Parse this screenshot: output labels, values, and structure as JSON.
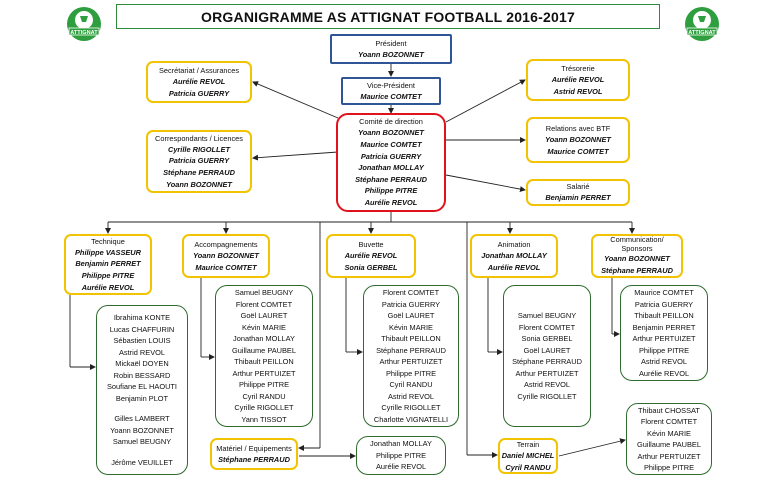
{
  "title": "ORGANIGRAMME  AS ATTIGNAT FOOTBALL 2016-2017",
  "logo_text": "ATTIGNAT",
  "president": {
    "label": "Président",
    "names": [
      "Yoann BOZONNET"
    ]
  },
  "vice_president": {
    "label": "Vice-Président",
    "names": [
      "Maurice COMTET"
    ]
  },
  "comite": {
    "label": "Comité de direction",
    "names": [
      "Yoann BOZONNET",
      "Maurice COMTET",
      "Patricia GUERRY",
      "Jonathan MOLLAY",
      "Stéphane PERRAUD",
      "Philippe PITRE",
      "Aurélie REVOL"
    ]
  },
  "secretariat": {
    "label": "Secrétariat / Assurances",
    "names": [
      "Aurélie REVOL",
      "Patricia GUERRY"
    ]
  },
  "correspondants": {
    "label": "Correspondants / Licences",
    "names": [
      "Cyrille RIGOLLET",
      "Patricia GUERRY",
      "Stéphane PERRAUD",
      "Yoann BOZONNET"
    ]
  },
  "tresorerie": {
    "label": "Trésorerie",
    "names": [
      "Aurélie REVOL",
      "Astrid REVOL"
    ]
  },
  "relations": {
    "label": "Relations avec BTF",
    "names": [
      "Yoann BOZONNET",
      "Maurice COMTET"
    ]
  },
  "salarie": {
    "label": "Salarié",
    "names": [
      "Benjamin PERRET"
    ]
  },
  "technique": {
    "label": "Technique",
    "names": [
      "Philippe VASSEUR",
      "Benjamin PERRET",
      "Philippe PITRE",
      "Aurélie REVOL"
    ]
  },
  "technique_members": {
    "group1": [
      "Ibrahima KONTE",
      "Lucas CHAFFURIN",
      "Sébastien LOUIS",
      "Astrid REVOL",
      "Mickaël DOYEN",
      "Robin BESSARD",
      "Soufiane EL HAOUTI",
      "Benjamin PLOT"
    ],
    "group2": [
      "Gilles LAMBERT",
      "Yoann BOZONNET",
      "Samuel BEUGNY"
    ],
    "group3": [
      "Jérôme VEUILLET"
    ]
  },
  "accompagnements": {
    "label": "Accompagnements",
    "names": [
      "Yoann BOZONNET",
      "Maurice COMTET"
    ]
  },
  "accompagnements_members": [
    "Samuel BEUGNY",
    "Florent COMTET",
    "Goël LAURET",
    "Kévin MARIE",
    "Jonathan MOLLAY",
    "Guillaume PAUBEL",
    "Thibault PEILLON",
    "Arthur PERTUIZET",
    "Philippe PITRE",
    "Cyril RANDU",
    "Cyrille RIGOLLET",
    "Yann TISSOT"
  ],
  "buvette": {
    "label": "Buvette",
    "names": [
      "Aurélie REVOL",
      "Sonia GERBEL"
    ]
  },
  "buvette_members": [
    "Florent COMTET",
    "Patricia GUERRY",
    "Goël LAURET",
    "Kévin MARIE",
    "Thibault PEILLON",
    "Stéphane PERRAUD",
    "Arthur PERTUIZET",
    "Philippe PITRE",
    "Cyril RANDU",
    "Astrid REVOL",
    "Cyrille RIGOLLET",
    "Charlotte VIGNATELLI"
  ],
  "animation": {
    "label": "Animation",
    "names": [
      "Jonathan MOLLAY",
      "Aurélie REVOL"
    ]
  },
  "animation_members": [
    "Samuel BEUGNY",
    "Florent COMTET",
    "Sonia GERBEL",
    "Goël LAURET",
    "Stéphane PERRAUD",
    "Arthur PERTUIZET",
    "Astrid REVOL",
    "Cyrille RIGOLLET"
  ],
  "communication": {
    "label": "Communication/ Sponsors",
    "names": [
      "Yoann BOZONNET",
      "Stéphane PERRAUD"
    ]
  },
  "communication_members": [
    "Maurice COMTET",
    "Patricia GUERRY",
    "Thibault PEILLON",
    "Benjamin PERRET",
    "Arthur PERTUIZET",
    "Philippe PITRE",
    "Astrid REVOL",
    "Aurélie REVOL"
  ],
  "materiel": {
    "label": "Matériel / Equipements",
    "names": [
      "Stéphane PERRAUD"
    ]
  },
  "materiel_members": [
    "Jonathan MOLLAY",
    "Philippe PITRE",
    "Aurélie REVOL"
  ],
  "terrain": {
    "label": "Terrain",
    "names": [
      "Daniel MICHEL",
      "Cyril RANDU"
    ]
  },
  "terrain_members": [
    "Thibaut CHOSSAT",
    "Florent COMTET",
    "Kévin MARIE",
    "Guillaume PAUBEL",
    "Arthur PERTUIZET",
    "Philippe PITRE"
  ],
  "colors": {
    "yellow_border": "#f2c300",
    "blue_border": "#2f5597",
    "red_border": "#e0121c",
    "green_border": "#2e6b2e",
    "logo_green": "#2e9e3e"
  }
}
